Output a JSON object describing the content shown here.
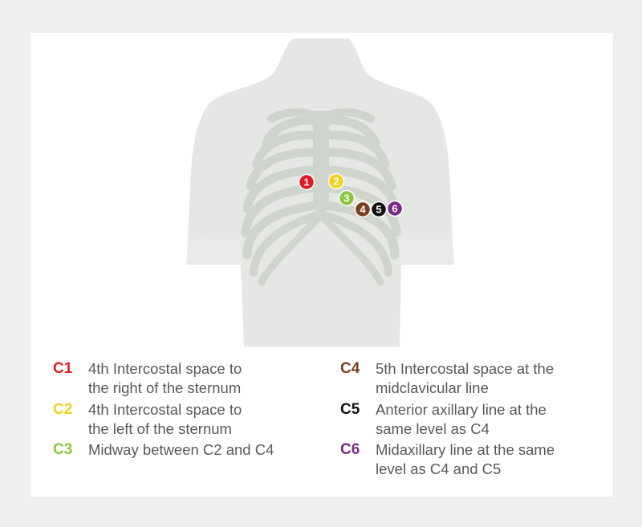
{
  "colors": {
    "background": "#eef0ee",
    "card": "#ffffff",
    "body": "#e4e7e3",
    "bone": "#cfd5cd",
    "c1": "#e01b22",
    "c2": "#f2d21b",
    "c3": "#8cc63f",
    "c4": "#7b3f1e",
    "c5": "#111111",
    "c6": "#7a2b86"
  },
  "markers": [
    {
      "id": "C1",
      "number": "1",
      "color": "#e01b22"
    },
    {
      "id": "C2",
      "number": "2",
      "color": "#f2d21b"
    },
    {
      "id": "C3",
      "number": "3",
      "color": "#8cc63f"
    },
    {
      "id": "C4",
      "number": "4",
      "color": "#7b3f1e"
    },
    {
      "id": "C5",
      "number": "5",
      "color": "#111111"
    },
    {
      "id": "C6",
      "number": "6",
      "color": "#7a2b86"
    }
  ],
  "legend": {
    "c1": {
      "code": "C1",
      "text": "4th Intercostal space to\nthe right of the sternum"
    },
    "c2": {
      "code": "C2",
      "text": "4th Intercostal space to\nthe left of the sternum"
    },
    "c3": {
      "code": "C3",
      "text": "Midway between C2 and C4"
    },
    "c4": {
      "code": "C4",
      "text": "5th Intercostal space at the\nmidclavicular line"
    },
    "c5": {
      "code": "C5",
      "text": "Anterior axillary line at the\nsame level as C4"
    },
    "c6": {
      "code": "C6",
      "text": "Midaxillary line at the same\nlevel as C4 and C5"
    }
  }
}
